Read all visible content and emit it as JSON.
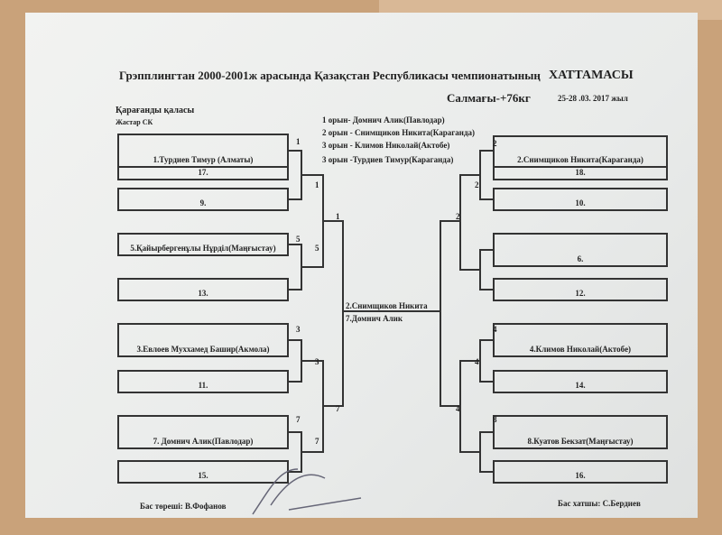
{
  "header": {
    "title": "Грэпплингтан 2000-2001ж  арасында Қазақстан Республикасы чемпионатының",
    "doc_type": "ХАТТАМАСЫ",
    "weight": "Салмағы-+76кг",
    "date": "25-28 .03. 2017 жыл",
    "city": "Қарағанды қаласы",
    "club": "Жастар СК"
  },
  "results": [
    "1 орын- Домнич Алик(Павлодар)",
    "2 орын - Снимщиков Никита(Караганда)",
    "3 орын - Климов Николай(Актобе)",
    "3  орын -Турдиев Тимур(Караганда)"
  ],
  "left_slots": [
    "1.Турдиев Тимур (Алматы)",
    "17.",
    "9.",
    "5.Қайырбергенұлы Нұрділ(Маңғыстау)",
    "13.",
    "3.Евлоев Муххамед Башир(Акмола)",
    "11.",
    "7. Домнич Алик(Павлодар)",
    "15."
  ],
  "right_slots": [
    "2.Снимщиков Никита(Караганда)",
    "18.",
    "10.",
    "6.",
    "12.",
    "4.Климов Николай(Актобе)",
    "14.",
    "8.Куатов Бекзат(Маңғыстау)",
    "16."
  ],
  "left_winners": [
    "1",
    "1",
    "5",
    "5",
    "1",
    "3",
    "3",
    "7",
    "7",
    "7"
  ],
  "right_winners": [
    "2",
    "2",
    "2",
    "4",
    "4",
    "8",
    "4"
  ],
  "final": {
    "finalist_1": "2.Снимщиков Никита",
    "finalist_2": "7.Домнич Алик"
  },
  "footer": {
    "chief_referee": "Бас төреші: В.Фофанов",
    "chief_secretary": "Бас хатшы: С.Бердиев"
  }
}
